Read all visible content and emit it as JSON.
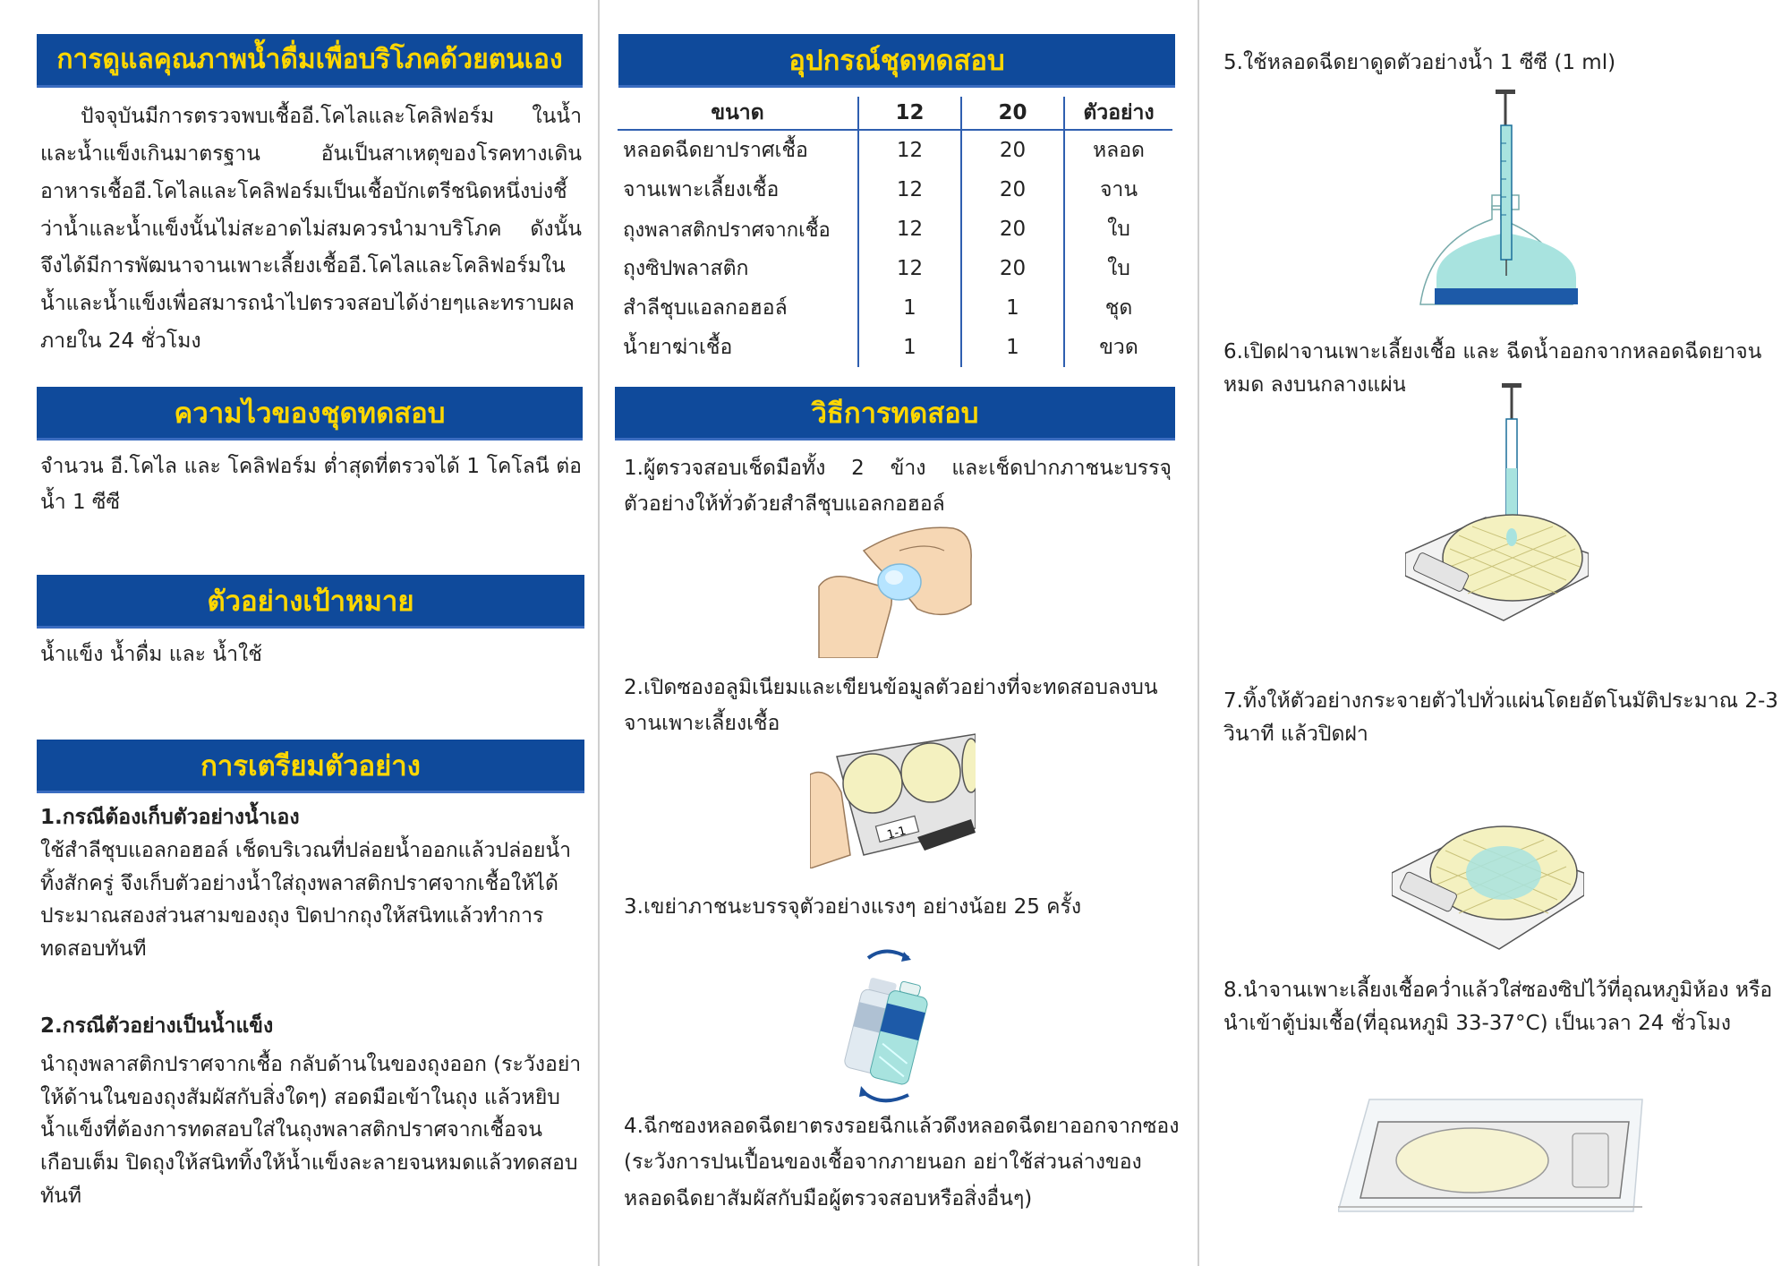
{
  "col1": {
    "heading_main": "การดูแลคุณภาพน้ำดื่มเพื่อบริโภคด้วยตนเอง",
    "intro": "ปัจจุบันมีการตรวจพบเชื้ออี.โคไลและโคลิฟอร์ม ในน้ำและน้ำแข็งเกินมาตรฐาน อันเป็นสาเหตุของโรคทางเดินอาหารเชื้ออี.โคไลและโคลิฟอร์มเป็นเชื้อบักเตรีชนิดหนึ่งบ่งชี้ว่าน้ำและน้ำแข็งนั้นไม่สะอาดไม่สมควรนำมาบริโภค ดังนั้นจึงได้มีการพัฒนาจานเพาะเลี้ยงเชื้ออี.โคไลและโคลิฟอร์มในน้ำและน้ำแข็งเพื่อสมารถนำไปตรวจสอบได้ง่ายๆและทราบผลภายใน 24 ชั่วโมง",
    "heading_sensitivity": "ความไวของชุดทดสอบ",
    "sensitivity": "จำนวน อี.โคไล และ โคลิฟอร์ม ต่ำสุดที่ตรวจได้ 1 โคโลนี ต่อ น้ำ 1 ซีซี",
    "heading_target": "ตัวอย่างเป้าหมาย",
    "target": "น้ำแข็ง น้ำดื่ม และ น้ำใช้",
    "heading_prep": "การเตรียมตัวอย่าง",
    "case1_title": "1.กรณีต้องเก็บตัวอย่างน้ำเอง",
    "case1_text": "ใช้สำลีชุบแอลกอฮอล์ เช็ดบริเวณที่ปล่อยน้ำออกแล้วปล่อยน้ำทิ้งสักครู่ จึงเก็บตัวอย่างน้ำใส่ถุงพลาสติกปราศจากเชื้อให้ได้ประมาณสองส่วนสามของถุง ปิดปากถุงให้สนิทแล้วทำการทดสอบทันที",
    "case2_title": "2.กรณีตัวอย่างเป็นน้ำแข็ง",
    "case2_text": "นำถุงพลาสติกปราศจากเชื้อ กลับด้านในของถุงออก (ระวังอย่าให้ด้านในของถุงสัมผัสกับสิ่งใดๆ) สอดมือเข้าในถุง แล้วหยิบน้ำแข็งที่ต้องการทดสอบใส่ในถุงพลาสติกปราศจากเชื้อจนเกือบเต็ม ปิดถุงให้สนิททิ้งให้น้ำแข็งละลายจนหมดแล้วทดสอบทันที"
  },
  "col2": {
    "heading_equipment": "อุปกรณ์ชุดทดสอบ",
    "table": {
      "headers": [
        "ขนาด",
        "12",
        "20",
        "ตัวอย่าง"
      ],
      "rows": [
        [
          "หลอดฉีดยาปราศเชื้อ",
          "12",
          "20",
          "หลอด"
        ],
        [
          "จานเพาะเลี้ยงเชื้อ",
          "12",
          "20",
          "จาน"
        ],
        [
          "ถุงพลาสติกปราศจากเชื้อ",
          "12",
          "20",
          "ใบ"
        ],
        [
          "ถุงซิปพลาสติก",
          "12",
          "20",
          "ใบ"
        ],
        [
          "สำลีชุบแอลกอฮอล์",
          "1",
          "1",
          "ชุด"
        ],
        [
          "น้ำยาฆ่าเชื้อ",
          "1",
          "1",
          "ขวด"
        ]
      ]
    },
    "heading_method": "วิธีการทดสอบ",
    "step1": "1.ผู้ตรวจสอบเช็ดมือทั้ง 2 ข้าง และเช็ดปากภาชนะบรรจุตัวอย่างให้ทั่วด้วยสำลีชุบแอลกอฮอล์",
    "step2": "2.เปิดซองอลูมิเนียมและเขียนข้อมูลตัวอย่างที่จะทดสอบลงบนจานเพาะเลี้ยงเชื้อ",
    "label_tag": "1-1",
    "step3": "3.เขย่าภาชนะบรรจุตัวอย่างแรงๆ  อย่างน้อย 25 ครั้ง",
    "step4": "4.ฉีกซองหลอดฉีดยาตรงรอยฉีกแล้วดึงหลอดฉีดยาออกจากซอง (ระวังการปนเปื้อนของเชื้อจากภายนอก อย่าใช้ส่วนล่างของหลอดฉีดยาสัมผัสกับมือผู้ตรวจสอบหรือสิ่งอื่นๆ)"
  },
  "col3": {
    "step5": "5.ใช้หลอดฉีดยาดูดตัวอย่างน้ำ 1 ซีซี (1 ml)",
    "step6": "6.เปิดฝาจานเพาะเลี้ยงเชื้อ และ ฉีดน้ำออกจากหลอดฉีดยาจนหมด ลงบนกลางแผ่น",
    "step7": "7.ทิ้งให้ตัวอย่างกระจายตัวไปทั่วแผ่นโดยอัตโนมัติประมาณ 2-3 วินาที แล้วปิดฝา",
    "step8": "8.นำจานเพาะเลี้ยงเชื้อคว่ำแล้วใส่ซองซิปไว้ที่อุณหภูมิห้อง หรือนำเข้าตู้บ่มเชื้อ(ที่อุณหภูมิ 33-37°C) เป็นเวลา 24 ชั่วโมง"
  },
  "colors": {
    "header_bg": "#0f4a9b",
    "header_text": "#ffd700",
    "table_line": "#2f5fb0",
    "water": "#a8e3df",
    "plate": "#f4f1c0"
  }
}
